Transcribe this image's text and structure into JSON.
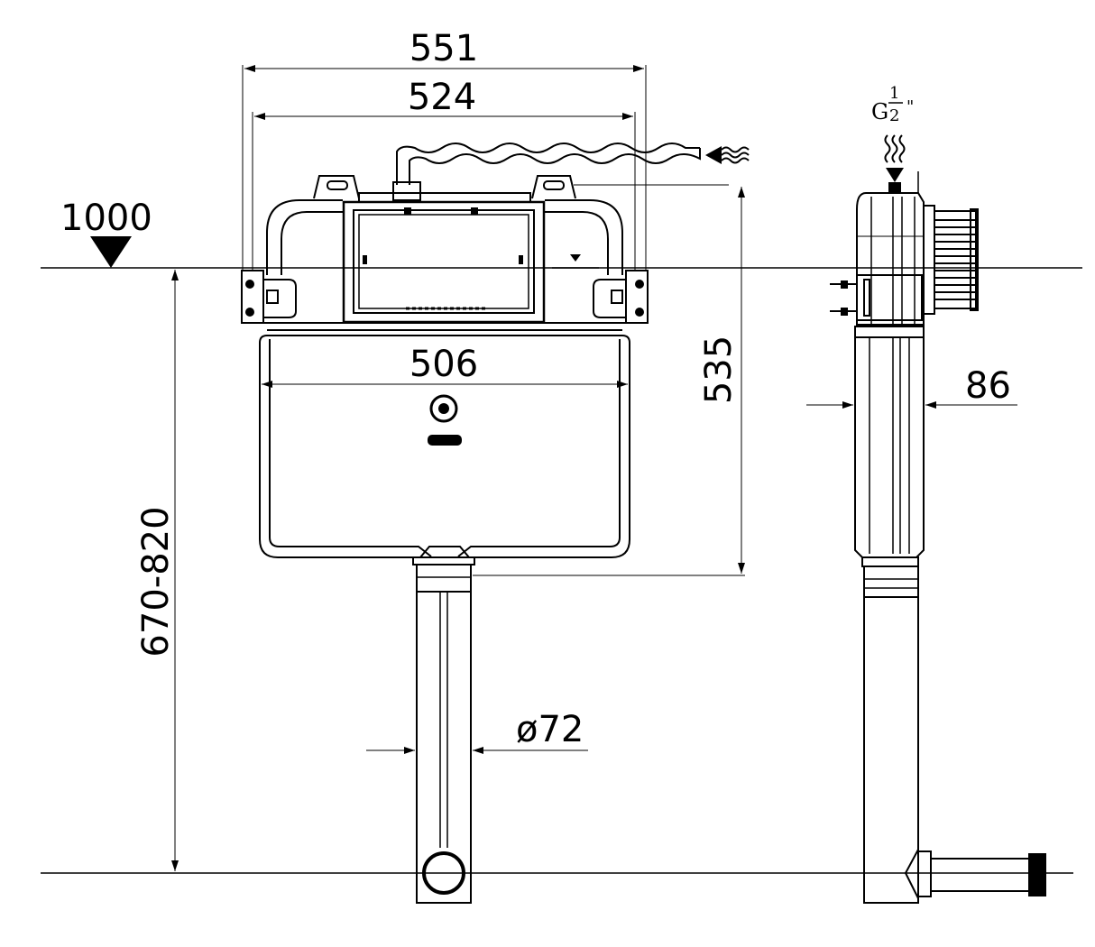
{
  "dimensions": {
    "outer_width": "551",
    "frame_width": "524",
    "tank_width": "506",
    "height_level": "1000",
    "tank_height": "535",
    "depth": "86",
    "pipe_diameter": "ø72",
    "height_range": "670-820"
  },
  "connection": {
    "thread_letter": "G",
    "thread_num": "1",
    "thread_den": "2",
    "thread_unit": "\""
  },
  "icons": {
    "level_marker": "triangle-down-icon",
    "water_inlet": "wavy-arrow-icon"
  },
  "colors": {
    "line": "#000000",
    "background": "#ffffff"
  }
}
